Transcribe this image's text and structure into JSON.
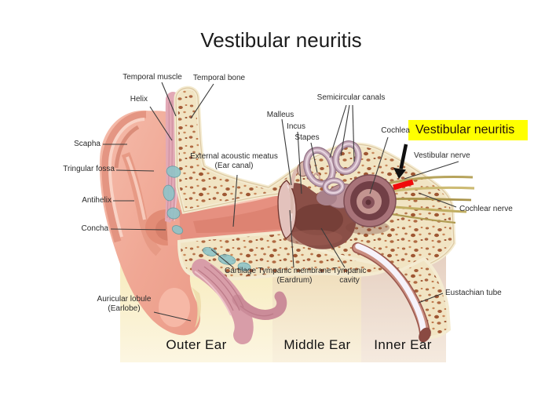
{
  "title": "Vestibular neuritis",
  "diagram": {
    "highlight_label": "Vestibular neuritis",
    "labels": {
      "temporal_muscle": "Temporal muscle",
      "temporal_bone": "Temporal bone",
      "helix": "Helix",
      "scapha": "Scapha",
      "tringular_fossa": "Tringular fossa",
      "antihelix": "Antihelix",
      "concha": "Concha",
      "auricular_lobule_line1": "Auricular lobule",
      "auricular_lobule_line2": "(Earlobe)",
      "ear_canal_line1": "External acoustic meatus",
      "ear_canal_line2": "(Ear canal)",
      "malleus": "Malleus",
      "incus": "Incus",
      "stapes": "Stapes",
      "semicircular_canals": "Semicircular canals",
      "cochlea": "Cochlea",
      "vestibular_nerve": "Vestibular nerve",
      "cochlear_nerve": "Cochlear nerve",
      "cartilage": "Cartilage",
      "tympanic_membrane_line1": "Tympanic membrane",
      "tympanic_membrane_line2": "(Eardrum)",
      "tympanic_cavity_line1": "Tympanic",
      "tympanic_cavity_line2": "cavity",
      "eustachian_tube": "Eustachian tube"
    },
    "sections": {
      "outer": "Outer Ear",
      "middle": "Middle Ear",
      "inner": "Inner Ear"
    },
    "colors": {
      "highlight_bg": "#ffff00",
      "marker_red": "#ee1111",
      "outer_band": "#f6e9bc",
      "middle_band": "#eedcb9",
      "inner_band": "#e7d2c3"
    }
  }
}
